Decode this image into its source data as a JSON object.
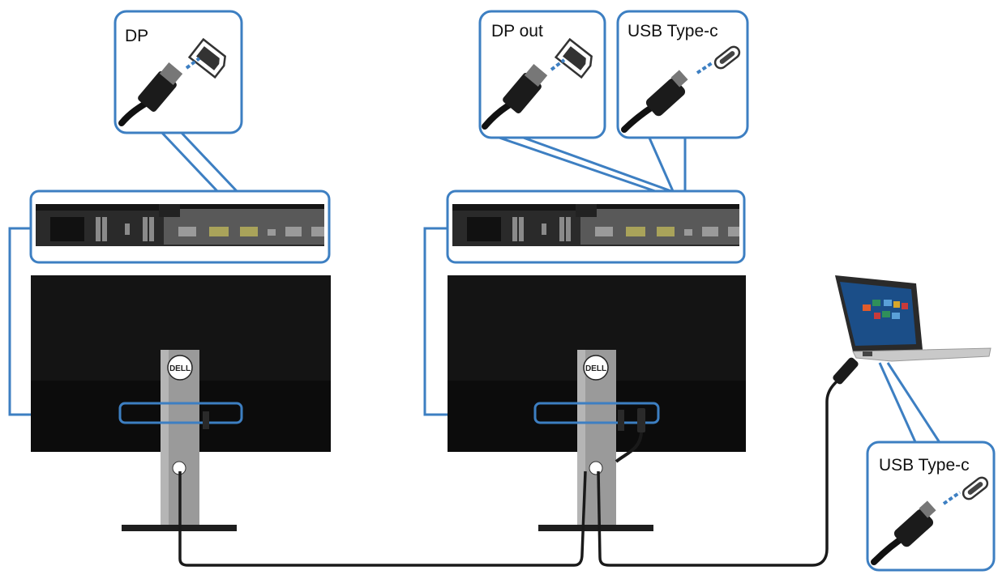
{
  "diagram": {
    "callouts": {
      "dp_in": "DP",
      "dp_out": "DP out",
      "usbc_monitor": "USB Type-c",
      "usbc_laptop": "USB Type-c"
    },
    "brand_logo": "DELL",
    "colors": {
      "callout_border": "#3d7fc2",
      "monitor_body": "#141414",
      "stand": "#9a9a9a",
      "cable": "#111111",
      "port_panel": "#2a2a2a",
      "laptop_screen": "#1b4e88"
    },
    "icons": [
      "displayport-plug-icon",
      "usb-c-plug-icon",
      "laptop-icon",
      "monitor-icon",
      "dell-logo-icon"
    ]
  }
}
